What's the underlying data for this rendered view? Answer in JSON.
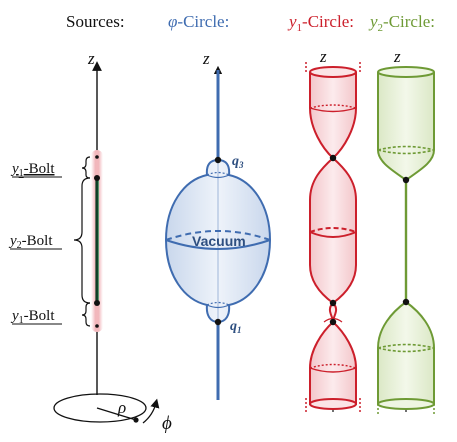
{
  "header": {
    "sources": "Sources:",
    "phi_symbol": "φ",
    "phi_suffix": "-Circle:",
    "y1_symbol": "y",
    "y1_sub": "1",
    "y1_suffix": "-Circle:",
    "y2_symbol": "y",
    "y2_sub": "2",
    "y2_suffix": "-Circle:"
  },
  "axis_label": "z",
  "sources_panel": {
    "bolt_top": {
      "symbol": "y",
      "sub": "1",
      "suffix": "-Bolt"
    },
    "bolt_middle": {
      "symbol": "y",
      "sub": "2",
      "suffix": "-Bolt"
    },
    "bolt_bottom": {
      "symbol": "y",
      "sub": "1",
      "suffix": "-Bolt"
    },
    "rho": "ρ",
    "phi": "ϕ"
  },
  "phi_panel": {
    "vacuum": "Vacuum",
    "q_top": {
      "symbol": "q",
      "sub": "3"
    },
    "q_bottom": {
      "symbol": "q",
      "sub": "1"
    }
  },
  "colors": {
    "blue": "#3f6cb0",
    "blue_fill": "#dde6f3",
    "red": "#cc1f2b",
    "red_fill": "#f7dcde",
    "green": "#6e9a35",
    "green_fill": "#e6efd6",
    "black": "#111111",
    "bolt_glow": "#f2b7bc",
    "bolt_core": "#0d3d25"
  }
}
